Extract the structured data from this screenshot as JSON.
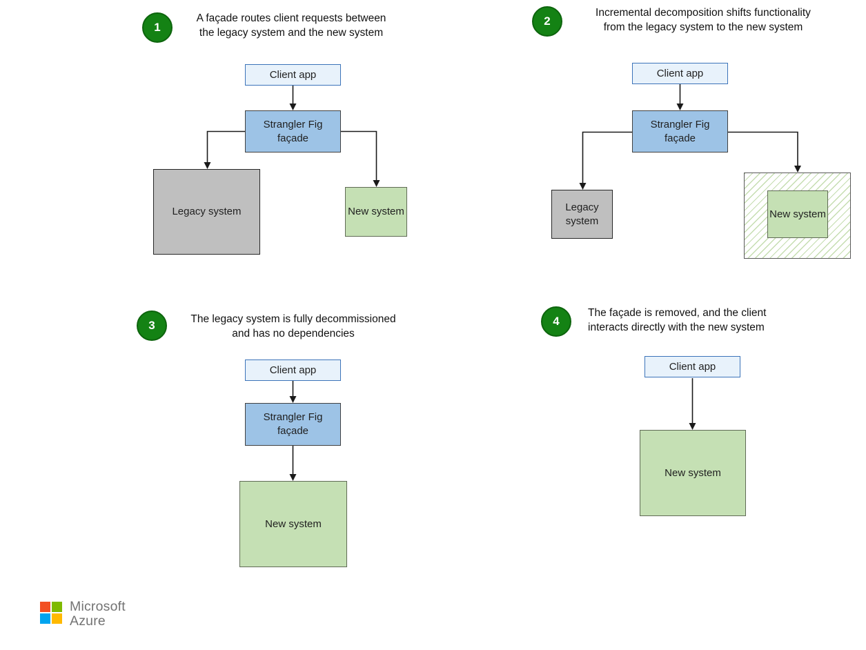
{
  "diagram": {
    "name": "Strangler Fig pattern stages",
    "panels": [
      {
        "number": "1",
        "caption": [
          "A façade routes client requests between",
          "the legacy system and the new system"
        ]
      },
      {
        "number": "2",
        "caption": [
          "Incremental decomposition shifts functionality",
          "from the legacy system to the new system"
        ]
      },
      {
        "number": "3",
        "caption": [
          "The legacy system is fully decommissioned",
          "and has no dependencies"
        ]
      },
      {
        "number": "4",
        "caption": [
          "The façade is removed, and the client",
          "interacts directly with the new system"
        ]
      }
    ],
    "nodes": {
      "client_app": "Client app",
      "strangler_facade": "Strangler Fig façade",
      "legacy_system": "Legacy system",
      "new_system": "New system"
    },
    "colors": {
      "badge_green": "#148214",
      "client_fill": "#e8f2fb",
      "client_border": "#3b73b9",
      "facade_fill": "#9dc3e6",
      "facade_border": "#404040",
      "legacy_fill": "#bfbfbf",
      "legacy_border": "#262626",
      "new_fill": "#c5e0b4",
      "new_border": "#5f6a55",
      "hatch_stripe": "#95c170",
      "hatch_border": "#595959",
      "connector": "#1a1a1a"
    }
  },
  "footer": {
    "brand_line1": "Microsoft",
    "brand_line2": "Azure",
    "logo_colors": {
      "top_left": "#f25022",
      "top_right": "#7fba00",
      "bottom_left": "#00a4ef",
      "bottom_right": "#ffb900"
    }
  }
}
